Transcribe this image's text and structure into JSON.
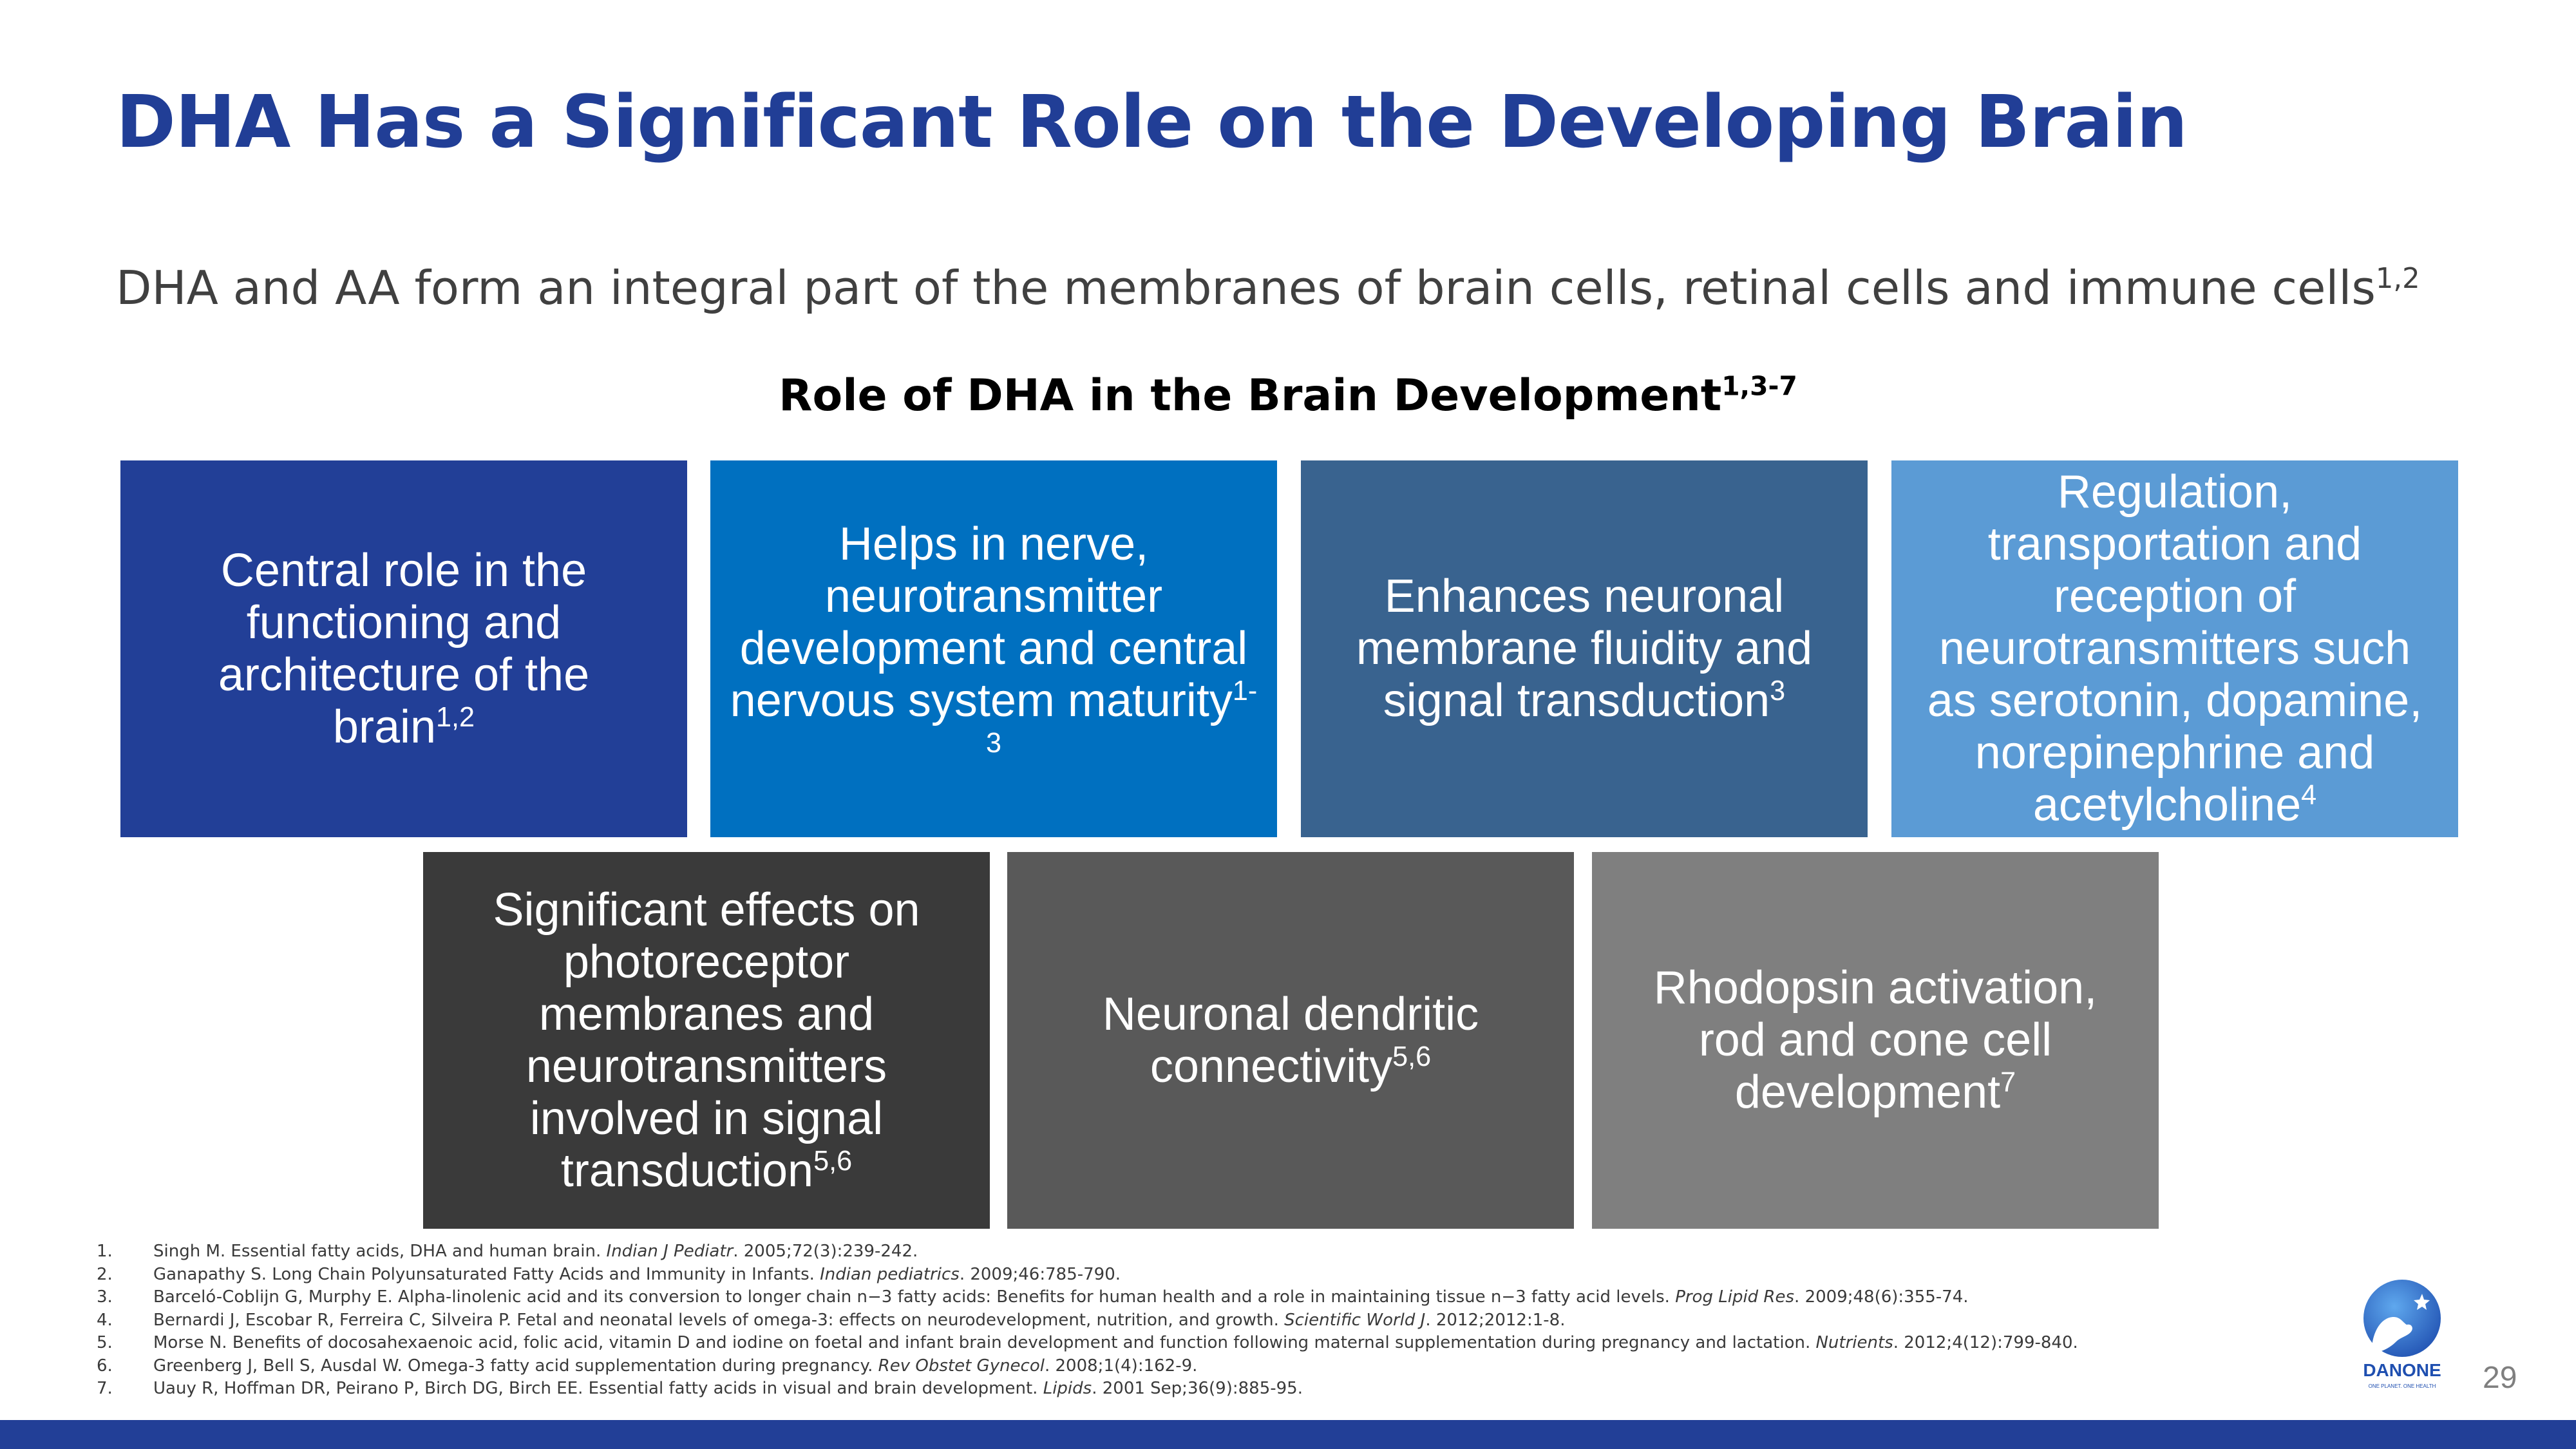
{
  "title": "DHA Has a Significant Role on the Developing Brain",
  "subtitle": {
    "text": "DHA and AA form an integral part of the membranes of brain cells, retinal cells and immune cells",
    "sup": "1,2"
  },
  "section_title": {
    "text": "Role of DHA in the Brain Development",
    "sup": "1,3-7"
  },
  "boxes": [
    {
      "text": "Central role in the functioning and architecture of the brain",
      "sup": "1,2",
      "color": "#223f97"
    },
    {
      "text": "Helps in nerve, neurotransmitter development and central nervous system maturity",
      "sup": "1-3",
      "color": "#0070c0"
    },
    {
      "text": "Enhances neuronal membrane fluidity and signal transduction",
      "sup": "3",
      "color": "#39638f"
    },
    {
      "text": "Regulation, transportation and reception of neurotransmitters such as serotonin, dopamine, norepinephrine and acetylcholine",
      "sup": "4",
      "color": "#5b9bd5"
    },
    {
      "text": "Significant effects on photoreceptor membranes and neurotransmitters involved in signal transduction",
      "sup": "5,6",
      "color": "#3a3a3a"
    },
    {
      "text": "Neuronal dendritic connectivity",
      "sup": "5,6",
      "color": "#595959"
    },
    {
      "text": "Rhodopsin activation, rod and cone cell development",
      "sup": "7",
      "color": "#7f7f7f"
    }
  ],
  "footnotes": [
    {
      "num": "1.",
      "text": "Singh M. Essential fatty acids, DHA and human brain. ",
      "journal": "Indian J Pediatr",
      "rest": ". 2005;72(3):239-242."
    },
    {
      "num": "2.",
      "text": "Ganapathy S. Long Chain Polyunsaturated Fatty Acids and Immunity in Infants. ",
      "journal": "Indian pediatrics",
      "rest": ". 2009;46:785-790."
    },
    {
      "num": "3.",
      "text": "Barceló-Coblijn G, Murphy E. Alpha-linolenic acid and its conversion to longer chain n−3 fatty acids: Benefits for human health and a role in maintaining tissue n−3 fatty acid levels. ",
      "journal": "Prog Lipid Res",
      "rest": ". 2009;48(6):355-74."
    },
    {
      "num": "4.",
      "text": "Bernardi J, Escobar R, Ferreira C, Silveira P. Fetal and neonatal levels of omega-3: effects on neurodevelopment, nutrition, and growth. ",
      "journal": "Scientific World J",
      "rest": ". 2012;2012:1-8."
    },
    {
      "num": "5.",
      "text": "Morse N. Benefits of docosahexaenoic acid, folic acid, vitamin D and iodine on foetal and infant brain development and function following maternal supplementation during pregnancy and lactation. ",
      "journal": "Nutrients",
      "rest": ". 2012;4(12):799-840."
    },
    {
      "num": "6.",
      "text": "Greenberg J, Bell S, Ausdal W. Omega-3 fatty acid supplementation during pregnancy. ",
      "journal": "Rev Obstet Gynecol",
      "rest": ". 2008;1(4):162-9."
    },
    {
      "num": "7.",
      "text": "Uauy R, Hoffman DR, Peirano P, Birch DG, Birch EE. Essential fatty acids in visual and brain development. ",
      "journal": "Lipids",
      "rest": ". 2001 Sep;36(9):885-95."
    }
  ],
  "logo": {
    "brand": "DANONE",
    "tagline": "ONE PLANET. ONE HEALTH",
    "color": "#1f4fb0"
  },
  "page_number": "29",
  "colors": {
    "title": "#213e96",
    "bottom_bar": "#223f97"
  }
}
